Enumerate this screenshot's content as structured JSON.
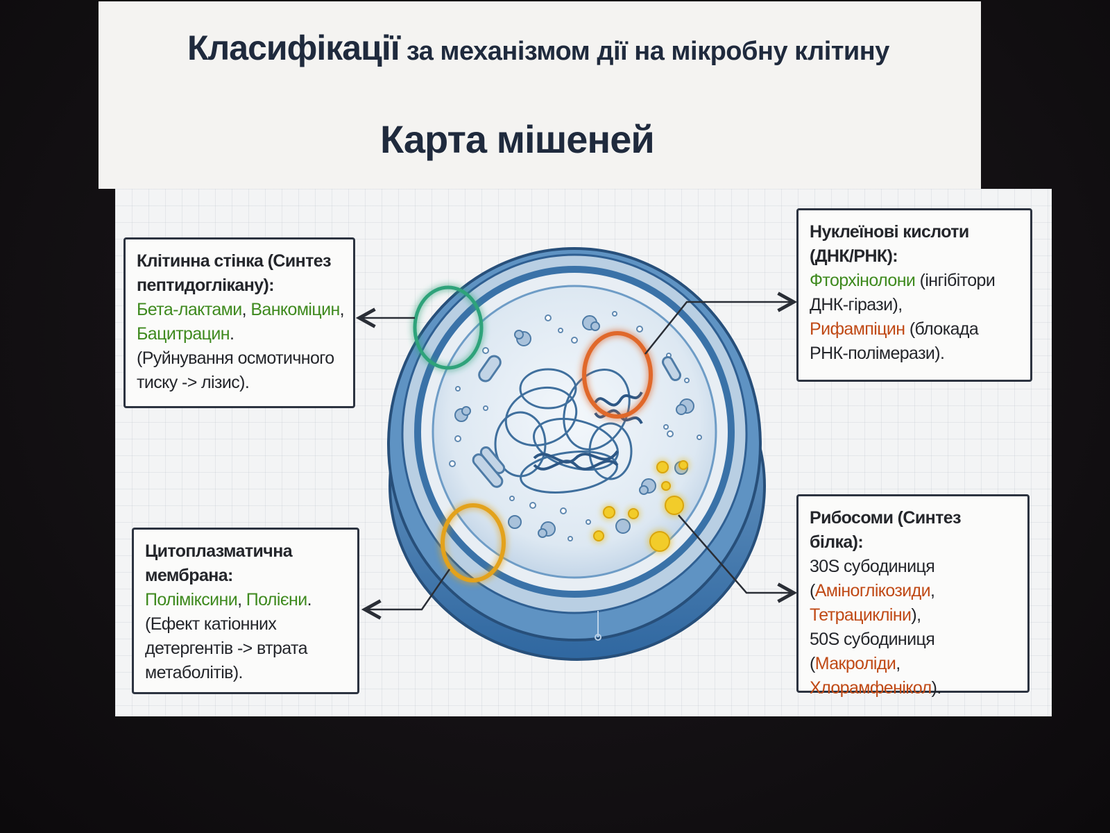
{
  "slide": {
    "title_main": "Класифікації",
    "title_rest": "за механізмом дії на мікробну клітину",
    "map_title": "Карта мішеней"
  },
  "targets": {
    "cell_wall": {
      "title_1": "Клітинна стінка (Синтез",
      "title_2": "пептидоглікану):",
      "drug_1": "Бета-лактами",
      "sep_1": ", ",
      "drug_2": "Ванкоміцин",
      "sep_2": ",",
      "drug_3": "Бацитрацин",
      "sep_3": ".",
      "note_1": "(Руйнування осмотичного",
      "note_2": "тиску -> лізис)."
    },
    "membrane": {
      "title_1": "Цитоплазматична",
      "title_2": "мембрана:",
      "drug_1": "Поліміксини",
      "sep_1": ", ",
      "drug_2": "Полієни",
      "sep_2": ".",
      "note_1": "(Ефект катіонних",
      "note_2": "детергентів -> втрата",
      "note_3": "метаболітів)."
    },
    "nucleic_acids": {
      "title_1": "Нуклеїнові кислоти",
      "title_2": "(ДНК/РНК):",
      "drug_1": "Фторхінолони",
      "text_1": " (інгібітори",
      "text_2": "ДНК-гірази),",
      "drug_2": "Рифампіцин",
      "text_3": " (блокада",
      "text_4": "РНК-полімерази)."
    },
    "ribosomes": {
      "title": "Рибосоми (Синтез білка):",
      "sub_30s": "30S субодиниця",
      "open_1": "(",
      "drug_1": "Аміноглікозиди",
      "sep_1": ",",
      "drug_2": "Тетрацикліни",
      "close_1": "),",
      "sub_50s": "50S субодиниця",
      "open_2": "(",
      "drug_3": "Макроліди",
      "sep_2": ",",
      "drug_4": "Хлорамфенікол",
      "close_2": ")."
    }
  },
  "colors": {
    "drug_green": "#3f8a1f",
    "drug_orange": "#c04a16",
    "ring_wall": "#2fa37a",
    "ring_nucleic": "#e0672a",
    "ring_membrane": "#e3a21a",
    "ribosome_glow": "#f2cc2a",
    "cell_blue": "#3a78b0"
  }
}
